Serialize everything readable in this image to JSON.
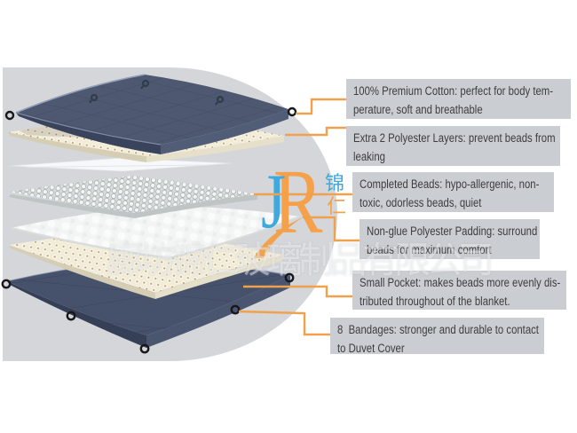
{
  "watermark": {
    "company": "廊坊锦仁玻璃制品有限公司"
  },
  "logo": {
    "letter_j": "J",
    "letter_r": "R",
    "cn_top": "锦",
    "cn_bottom": "仁"
  },
  "colors": {
    "accent_orange": "#f0a14d",
    "navy": "#4e5971",
    "cream": "#f2edda",
    "ellipse_gray": "#d4d6d9",
    "label_gray": "#cacdd1"
  },
  "labels": [
    {
      "line1": "100% Premium Cotton: perfect for body tem-",
      "line2": "perature, soft and breathable"
    },
    {
      "line1": "Extra 2 Polyester Layers: prevent beads from",
      "line2": "leaking"
    },
    {
      "line1": "Completed Beads: hypo-allergenic, non-",
      "line2": "toxic, odorless beads, quiet"
    },
    {
      "line1": "Non-glue Polyester Padding: surround",
      "line2": "beads for maximum comfort"
    },
    {
      "line1": "Small Pocket: makes beads more evenly dis-",
      "line2": "tributed throughout of the blanket."
    },
    {
      "line1": "8  Bandages: stronger and durable to contact",
      "line2": "to Duvet Cover"
    }
  ]
}
